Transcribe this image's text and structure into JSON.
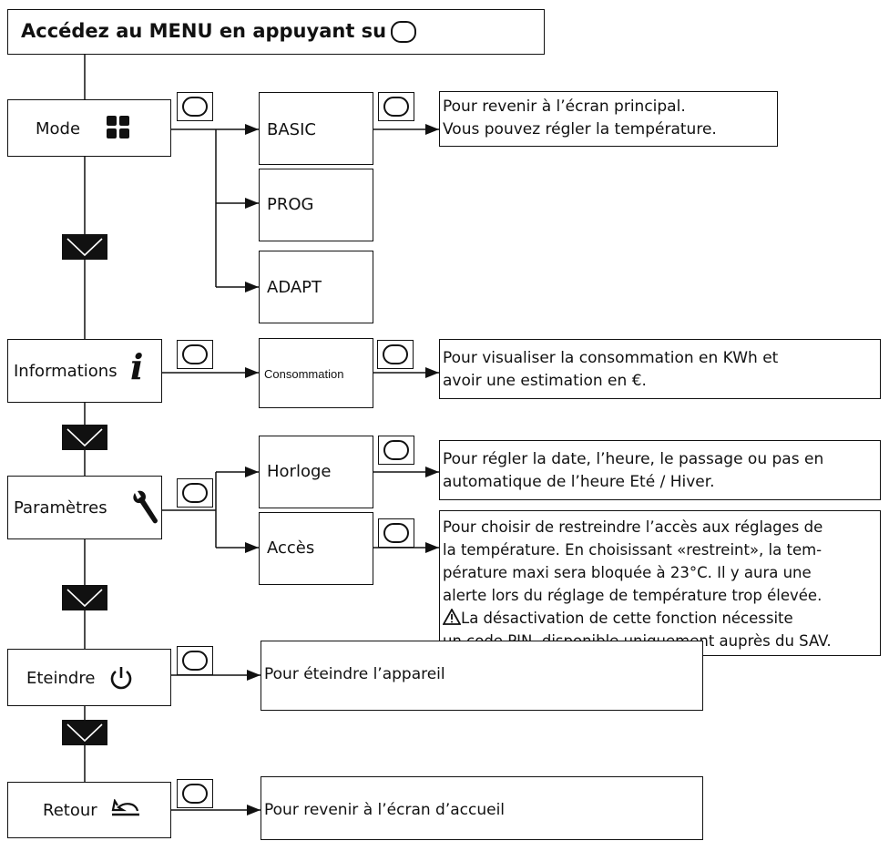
{
  "title": "Accédez au MENU en appuyant sur",
  "menu": {
    "mode": "Mode",
    "informations": "Informations",
    "parametres": "Paramètres",
    "eteindre": "Eteindre",
    "retour": "Retour"
  },
  "options": {
    "basic": "BASIC",
    "prog": "PROG",
    "adapt": "ADAPT",
    "consommation": "Consommation",
    "horloge": "Horloge",
    "acces": "Accès"
  },
  "descriptions": {
    "basic": [
      "Pour revenir à l’écran principal.",
      "Vous pouvez régler la température."
    ],
    "consommation": [
      "Pour visualiser la consommation en KWh et",
      "avoir une estimation en €."
    ],
    "horloge": [
      "Pour régler la date, l’heure, le passage ou pas en",
      "automatique de l’heure Eté / Hiver."
    ],
    "acces": [
      "Pour choisir de restreindre l’accès aux réglages de",
      "la température. En choisissant «restreint», la tem-",
      "pérature maxi sera bloquée à 23°C. Il y aura une",
      "alerte lors du réglage de température trop élevée.",
      "La désactivation de cette fonction nécessite",
      "un code PIN, disponible uniquement auprès du SAV."
    ],
    "eteindre": "Pour éteindre l’appareil",
    "retour": "Pour revenir à l’écran d’accueil"
  },
  "icons": {
    "ok_button": "ok-button-icon",
    "down_arrow": "down-arrow-icon",
    "mode": "grid-icon",
    "info": "info-icon",
    "settings": "wrench-icon",
    "power": "power-icon",
    "back": "back-arrow-icon",
    "warning": "warning-icon"
  }
}
